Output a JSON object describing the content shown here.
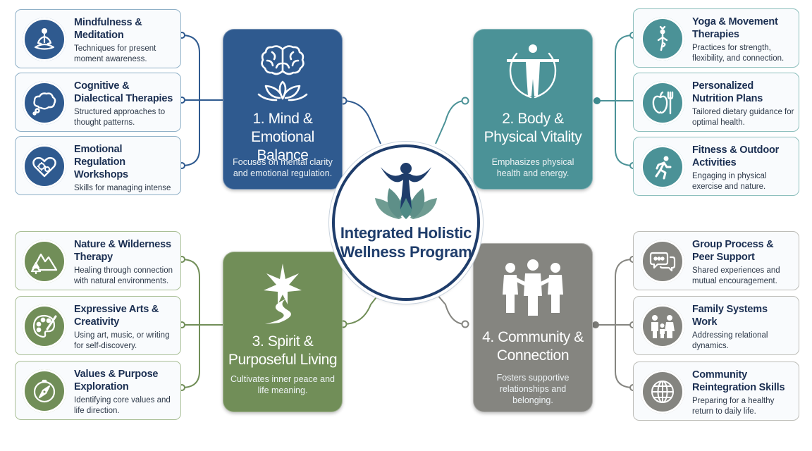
{
  "center": {
    "title": "Integrated Holistic Wellness Program"
  },
  "colors": {
    "mind": "#2f5a8f",
    "body": "#4b9297",
    "spirit": "#718e58",
    "community": "#858580",
    "mind_border": "#8fb0c7",
    "body_border": "#8dbfbd",
    "spirit_border": "#a9bf96",
    "community_border": "#bdbdb8",
    "center_ring": "#1f3d6b"
  },
  "hubs": {
    "mind": {
      "title": "1. Mind & Emotional Balance",
      "description": "Focuses on mental clarity and emotional regulation.",
      "icon": "brain-lotus-icon"
    },
    "body": {
      "title": "2. Body & Physical Vitality",
      "description": "Emphasizes physical health and energy.",
      "icon": "vitruvian-body-icon"
    },
    "spirit": {
      "title": "3. Spirit & Purposeful Living",
      "description": "Cultivates inner peace and life meaning.",
      "icon": "star-path-icon"
    },
    "community": {
      "title": "4. Community & Connection",
      "description": "Fosters supportive relationships and belonging.",
      "icon": "group-of-people-icon"
    }
  },
  "cards": {
    "mind": [
      {
        "title": "Mindfulness & Meditation",
        "description": "Techniques for present moment awareness.",
        "icon": "meditation-icon"
      },
      {
        "title": "Cognitive & Dialectical Therapies",
        "description": "Structured approaches to thought patterns.",
        "icon": "thought-bubble-icon"
      },
      {
        "title": "Emotional Regulation Workshops",
        "description": "Skills for managing intense emotions.",
        "icon": "heart-gears-icon"
      }
    ],
    "body": [
      {
        "title": "Yoga & Movement Therapies",
        "description": "Practices for strength, flexibility, and connection.",
        "icon": "yoga-pose-icon"
      },
      {
        "title": "Personalized Nutrition Plans",
        "description": "Tailored dietary guidance for optimal health.",
        "icon": "apple-fork-icon"
      },
      {
        "title": "Fitness & Outdoor Activities",
        "description": "Engaging in physical exercise and nature.",
        "icon": "running-person-icon"
      }
    ],
    "spirit": [
      {
        "title": "Nature & Wilderness Therapy",
        "description": "Healing through connection with natural environments.",
        "icon": "mountains-trees-icon"
      },
      {
        "title": "Expressive Arts & Creativity",
        "description": "Using art, music, or writing for self-discovery.",
        "icon": "palette-icon"
      },
      {
        "title": "Values & Purpose Exploration",
        "description": "Identifying core values and life direction.",
        "icon": "compass-icon"
      }
    ],
    "community": [
      {
        "title": "Group Process & Peer Support",
        "description": "Shared experiences and mutual encouragement.",
        "icon": "chat-bubbles-icon"
      },
      {
        "title": "Family Systems Work",
        "description": "Addressing relational dynamics.",
        "icon": "family-icon"
      },
      {
        "title": "Community Reintegration Skills",
        "description": "Preparing for a healthy return to daily life.",
        "icon": "globe-icon"
      }
    ]
  }
}
